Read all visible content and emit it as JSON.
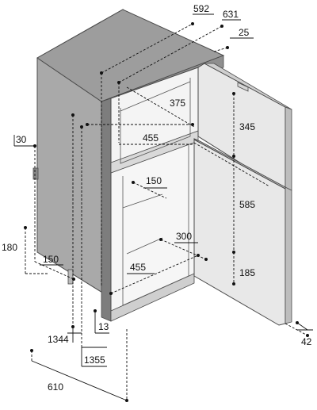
{
  "colors": {
    "cabinet_side": "#a9a9a9",
    "cabinet_top": "#9a9a9a",
    "door_face": "#e6e6e6",
    "interior": "#f5f5f5",
    "outline": "#4a4a4a",
    "dimension": "#111111"
  },
  "dimensions": {
    "d592": "592",
    "d631": "631",
    "d25": "25",
    "d30": "30",
    "d375": "375",
    "d345": "345",
    "d455_top": "455",
    "d150_shelf": "150",
    "d585": "585",
    "d180": "180",
    "d300": "300",
    "d150_side": "150",
    "d455_bottom": "455",
    "d185": "185",
    "d13": "13",
    "d1344": "1344",
    "d1355": "1355",
    "d610": "610",
    "d42": "42"
  }
}
